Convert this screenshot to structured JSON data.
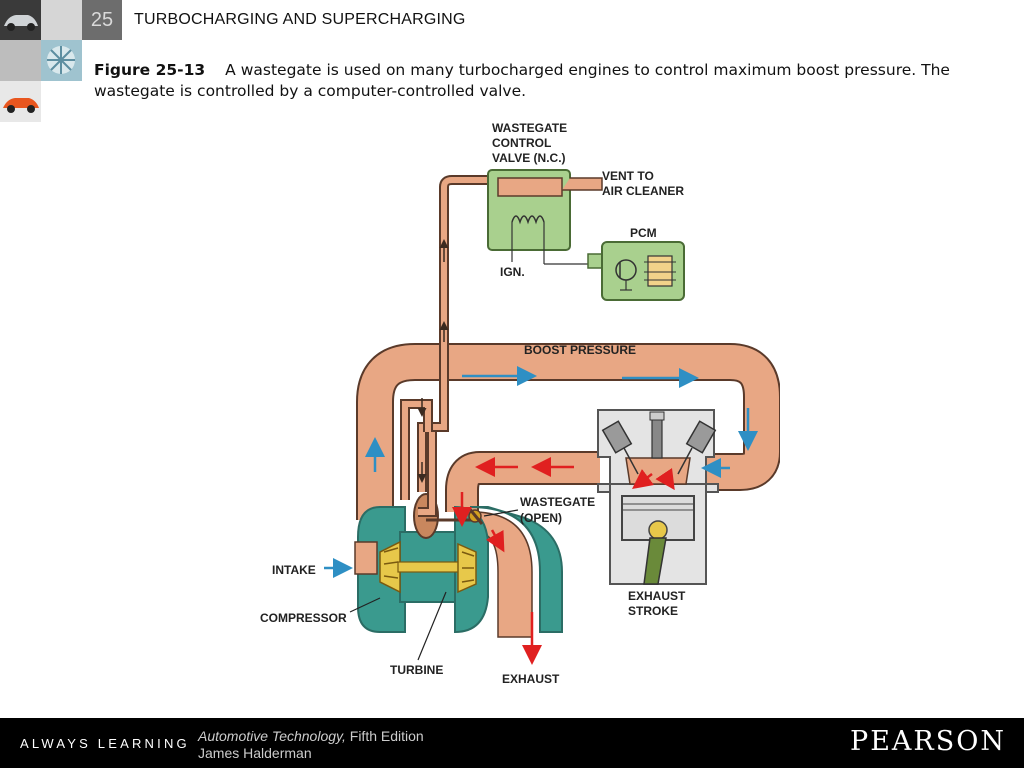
{
  "header": {
    "chapter_number": "25",
    "title": "TURBOCHARGING AND SUPERCHARGING"
  },
  "caption": {
    "figure_label": "Figure 25-13",
    "text": "A wastegate is used on many turbocharged engines to control maximum boost pressure. The wastegate is controlled by a computer-controlled valve."
  },
  "diagram": {
    "labels": {
      "wastegate_control_valve_line1": "WASTEGATE",
      "wastegate_control_valve_line2": "CONTROL",
      "wastegate_control_valve_line3": "VALVE (N.C.)",
      "vent_line1": "VENT TO",
      "vent_line2": "AIR CLEANER",
      "pcm": "PCM",
      "ign": "IGN.",
      "boost_pressure": "BOOST PRESSURE",
      "wastegate_line1": "WASTEGATE",
      "wastegate_line2": "(OPEN)",
      "intake": "INTAKE",
      "compressor": "COMPRESSOR",
      "turbine": "TURBINE",
      "exhaust": "EXHAUST",
      "exhaust_stroke_line1": "EXHAUST",
      "exhaust_stroke_line2": "STROKE"
    },
    "colors": {
      "intake_pipe": "#e8a784",
      "pipe_outline": "#5a3a2a",
      "turbo_housing": "#3a9a8e",
      "valve_box": "#a9d08e",
      "flow_arrow_blue": "#2e8fc4",
      "flow_arrow_red": "#e02020"
    }
  },
  "footer": {
    "slogan": "ALWAYS LEARNING",
    "book_title": "Automotive Technology,",
    "edition": " Fifth Edition",
    "author": "James Halderman",
    "publisher": "PEARSON"
  }
}
